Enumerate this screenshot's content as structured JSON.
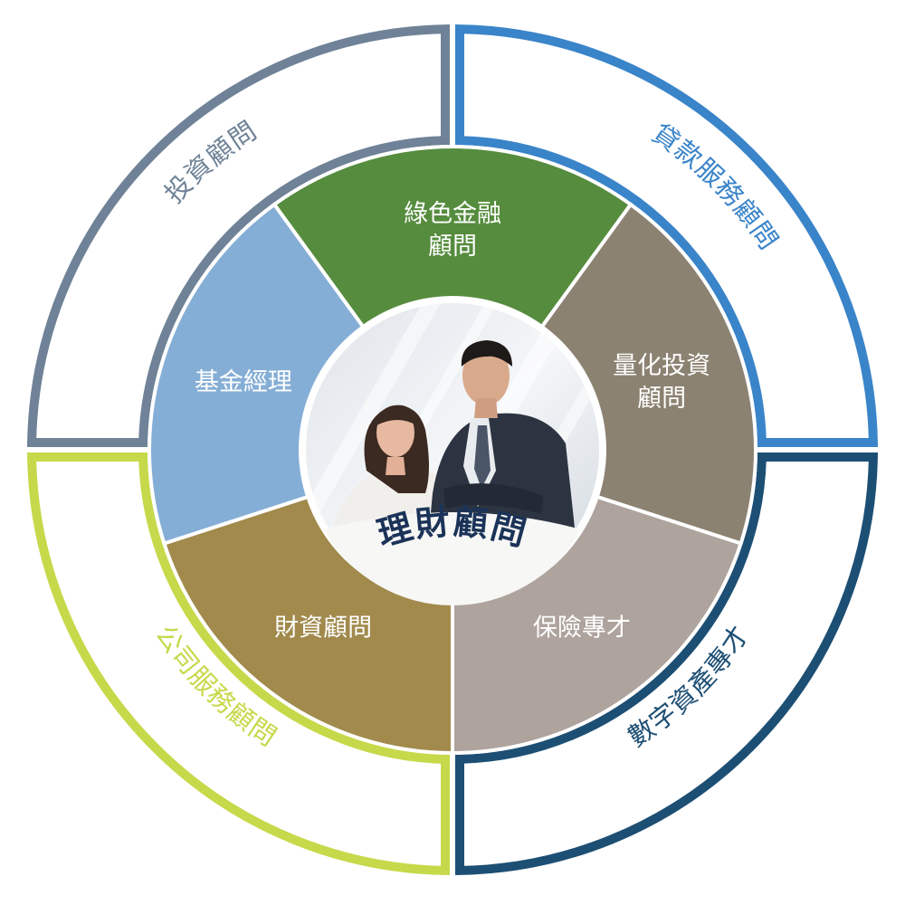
{
  "center": {
    "title": "理財顧問"
  },
  "inner_ring": [
    {
      "id": "green-finance",
      "lines": [
        "綠色金融",
        "顧問"
      ],
      "color": "#568c3e"
    },
    {
      "id": "quant-investment",
      "lines": [
        "量化投資",
        "顧問"
      ],
      "color": "#8c8272"
    },
    {
      "id": "insurance",
      "lines": [
        "保險專才"
      ],
      "color": "#aea39d"
    },
    {
      "id": "financial-consulting",
      "lines": [
        "財資顧問"
      ],
      "color": "#a18a4c"
    },
    {
      "id": "fund-manager",
      "lines": [
        "基金經理"
      ],
      "color": "#85aed6"
    }
  ],
  "outer_ring": [
    {
      "id": "investment-advisor",
      "label": "投資顧問",
      "color": "#6f8297"
    },
    {
      "id": "loan-services",
      "label": "貸款服務顧問",
      "color": "#3a84c9"
    },
    {
      "id": "digital-assets",
      "label": "數字資產專才",
      "color": "#1d4f74"
    },
    {
      "id": "corporate-services",
      "label": "公司服務顧問",
      "color": "#c6d94a"
    }
  ]
}
